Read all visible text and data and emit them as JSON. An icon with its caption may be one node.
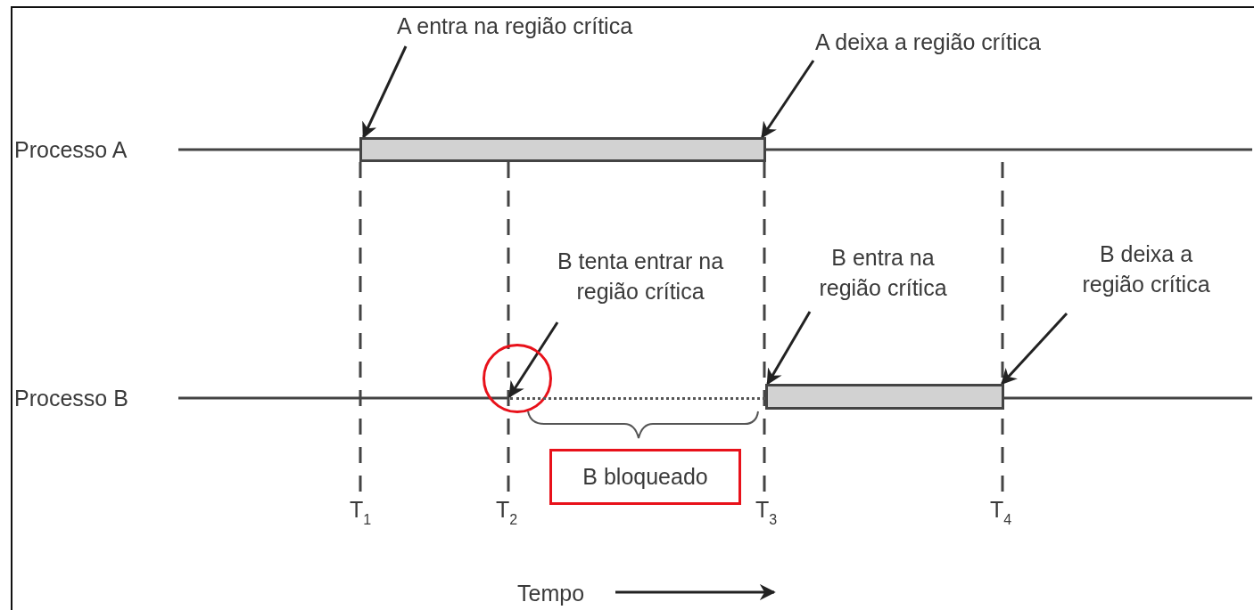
{
  "diagram": {
    "nodes": [
      {
        "text": [
          "A entra na região crítica"
        ]
      },
      {
        "text": [
          "A deixa a região crítica"
        ]
      },
      {
        "text": [],
        "shape": "bar"
      },
      {
        "text": [
          "B tenta entrar na região crítica"
        ]
      },
      {
        "text": [
          "B entra na região crítica"
        ]
      },
      {
        "text": [
          "B deixa a região crítica"
        ]
      },
      {
        "text": [],
        "shape": "circle"
      },
      {
        "text": [],
        "shape": "line"
      },
      {
        "text": [],
        "shape": "bar"
      },
      {
        "text": [
          "B bloqueado"
        ]
      }
    ],
    "edges": [
      {
        "from": 0,
        "to": 2,
        "arrow": "to"
      },
      {
        "from": 1,
        "to": 2,
        "arrow": "to"
      },
      {
        "from": 3,
        "to": 6,
        "arrow": "to"
      },
      {
        "from": 4,
        "to": 8,
        "arrow": "to"
      },
      {
        "from": 5,
        "to": 8,
        "arrow": "to"
      }
    ],
    "labels": [
      "Processo A",
      "Processo B",
      "T$_{1}$",
      "T$_{2}$",
      "T$_{3}$",
      "T$_{4}$",
      "Tempo"
    ]
  }
}
